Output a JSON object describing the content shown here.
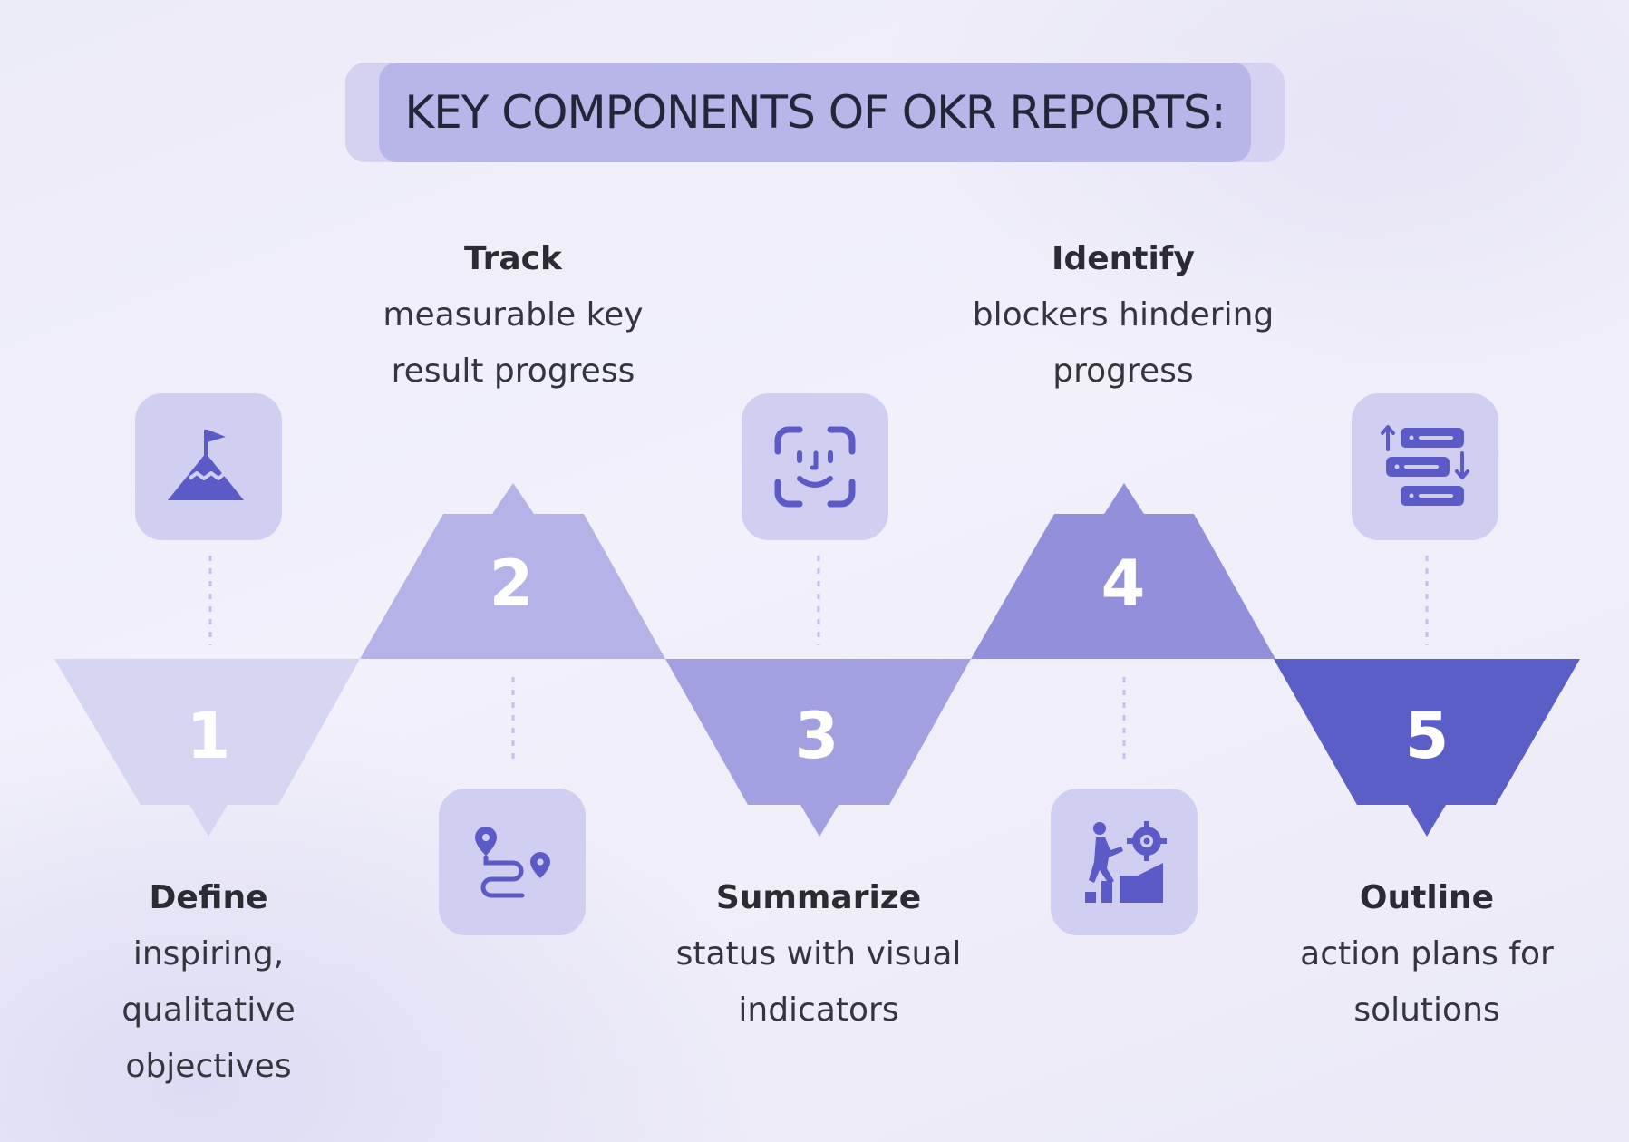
{
  "title": "KEY COMPONENTS OF OKR REPORTS:",
  "colors": {
    "step1": "#d6d5f2",
    "step2": "#b4b2e6",
    "step3": "#a2a0e0",
    "step4": "#9290da",
    "step5": "#5c5ec8",
    "icon": "#5b5ac6",
    "tile": "#d0cef1"
  },
  "steps": [
    {
      "number": "1",
      "heading": "Define",
      "text": "inspiring, qualitative objectives",
      "icon": "mountain-flag-icon"
    },
    {
      "number": "2",
      "heading": "Track",
      "text": "measurable key result progress",
      "icon": "route-pins-icon"
    },
    {
      "number": "3",
      "heading": "Summarize",
      "text": "status with visual indicators",
      "icon": "face-scan-icon"
    },
    {
      "number": "4",
      "heading": "Identify",
      "text": "blockers hindering progress",
      "icon": "climb-gear-icon"
    },
    {
      "number": "5",
      "heading": "Outline",
      "text": "action plans for solutions",
      "icon": "sort-list-icon"
    }
  ]
}
